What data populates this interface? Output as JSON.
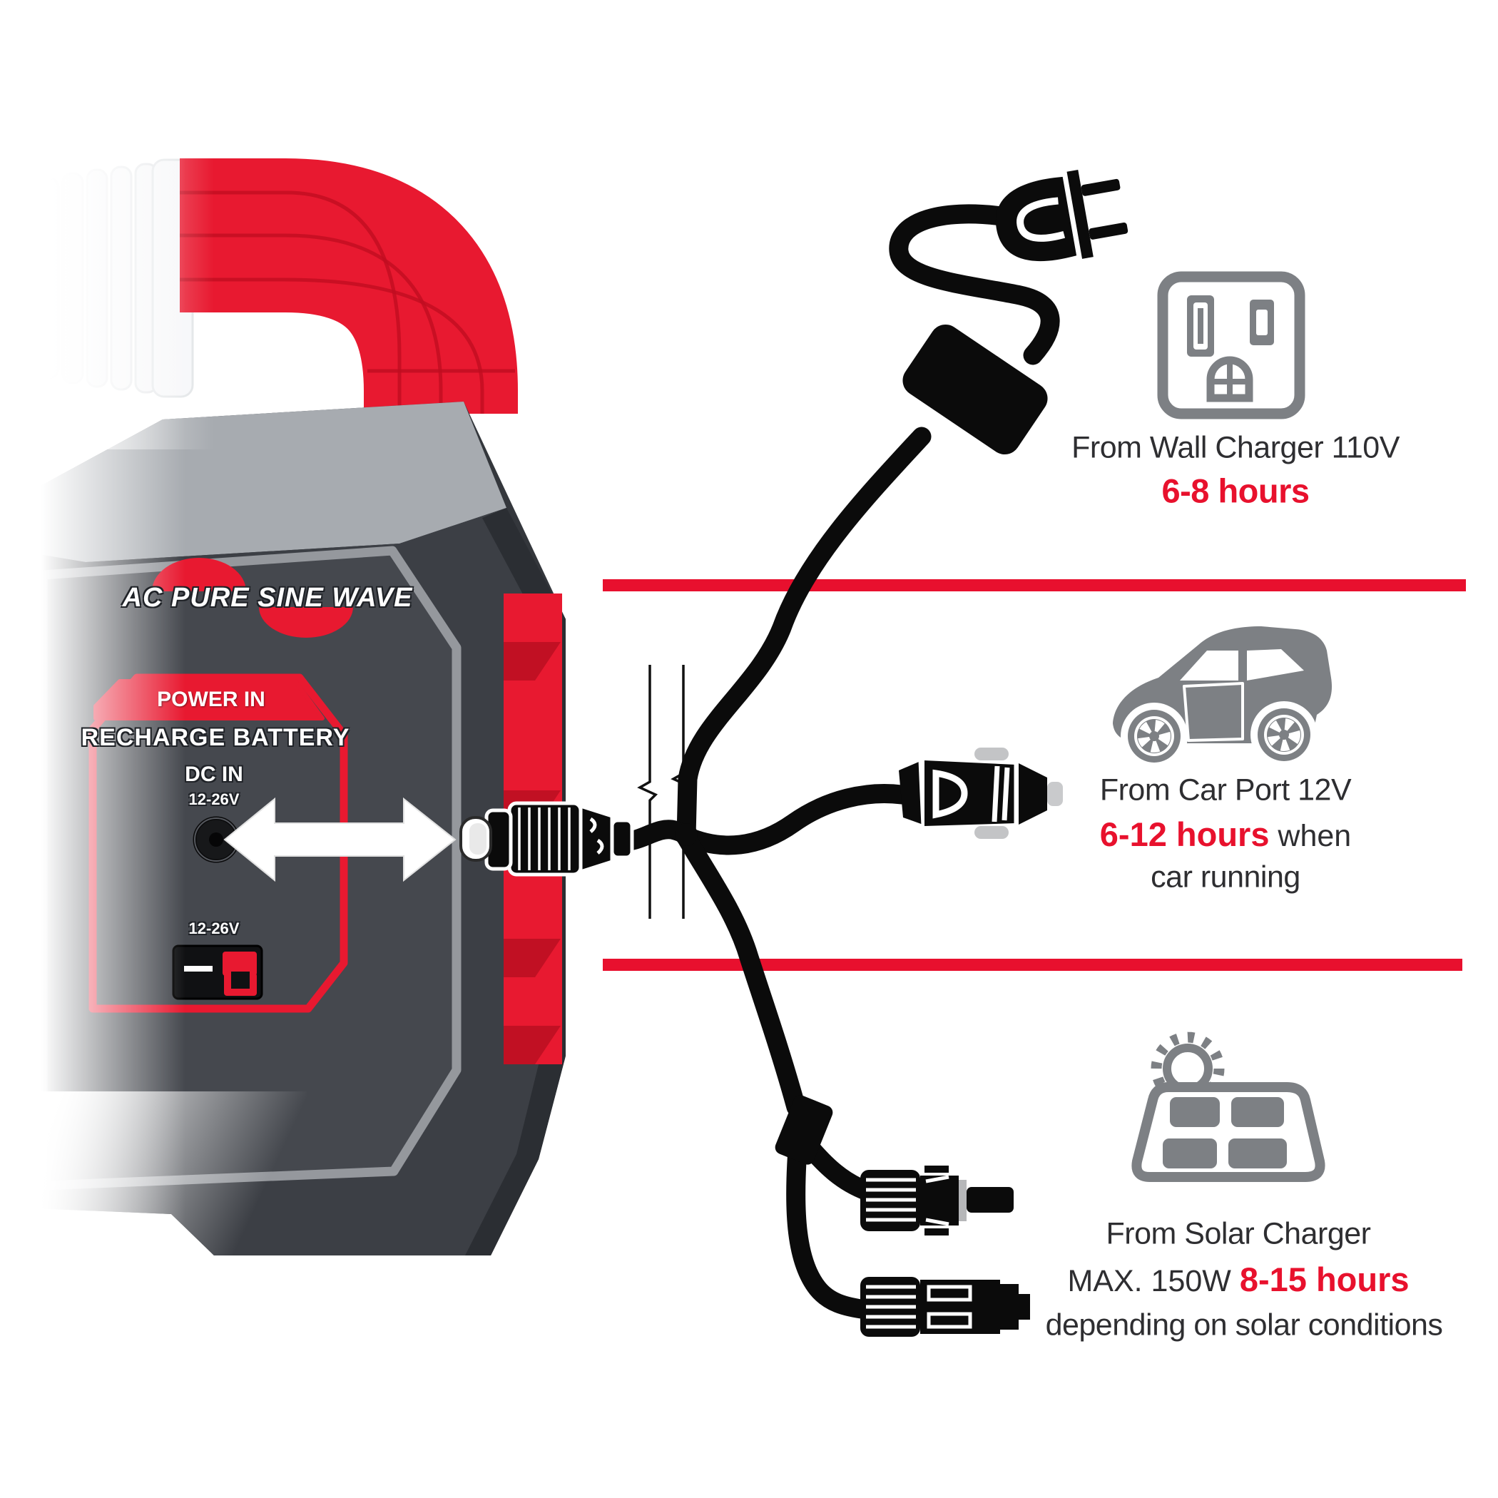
{
  "device": {
    "badge_label": "AC PURE SINE WAVE",
    "power_in_label": "POWER IN",
    "recharge_label": "RECHARGE BATTERY",
    "dc_in_label": "DC IN",
    "dc_in_voltage": "12-26V",
    "aux_voltage": "12-26V"
  },
  "charging_options": [
    {
      "id": "wall",
      "icon": "wall-outlet-icon",
      "title": "From Wall Charger 110V",
      "duration": "6-8 hours"
    },
    {
      "id": "car",
      "icon": "car-icon",
      "title": "From Car Port 12V",
      "duration": "6-12 hours",
      "duration_suffix": " when",
      "note": "car running"
    },
    {
      "id": "solar",
      "icon": "solar-panel-sun-icon",
      "title": "From Solar Charger",
      "duration_prefix": "MAX. 150W ",
      "duration": "8-15 hours",
      "note": "depending on solar conditions"
    }
  ],
  "colors": {
    "accent_red": "#e8112d",
    "handle_red": "#e81930",
    "icon_gray": "#7d8084",
    "text_dark": "#2e2e31",
    "device_charcoal": "#3c3f45"
  },
  "icons": {
    "wall_plug": "ac-plug-icon",
    "wall_outlet": "wall-outlet-icon",
    "car": "car-icon",
    "car_plug": "car-lighter-plug-icon",
    "solar": "solar-panel-sun-icon",
    "solar_connectors": "mc4-connector-icon",
    "dc_connector": "dc-barrel-connector-icon",
    "arrow": "double-arrow-icon"
  }
}
